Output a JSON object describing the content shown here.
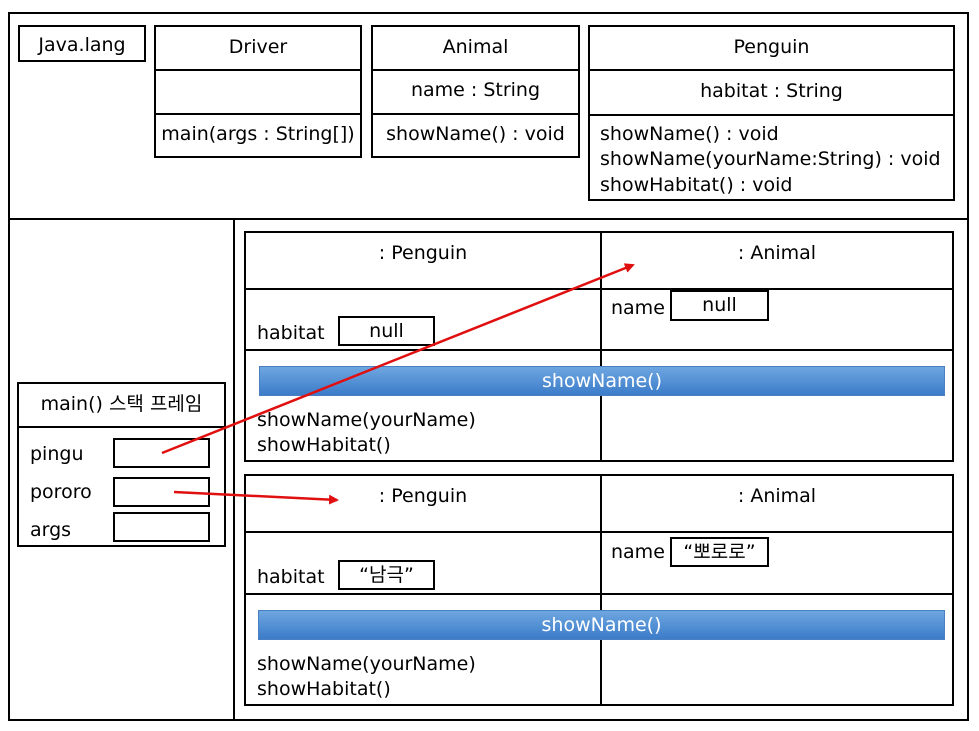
{
  "classes": {
    "java_lang": "Java.lang",
    "driver": {
      "name": "Driver",
      "method": "main(args : String[])"
    },
    "animal": {
      "name": "Animal",
      "field": "name : String",
      "method": "showName() : void"
    },
    "penguin": {
      "name": "Penguin",
      "field": "habitat : String",
      "methods": [
        "showName() : void",
        "showName(yourName:String) : void",
        "showHabitat() : void"
      ]
    }
  },
  "stack": {
    "title": "main() 스택 프레임",
    "vars": [
      "pingu",
      "pororo",
      "args"
    ]
  },
  "objects": [
    {
      "penguin_label": ": Penguin",
      "animal_label": ": Animal",
      "habitat_label": "habitat",
      "habitat_value": "null",
      "name_label": "name",
      "name_value": "null",
      "shared_method": "showName()",
      "methods": [
        "showName(yourName)",
        "showHabitat()"
      ]
    },
    {
      "penguin_label": ": Penguin",
      "animal_label": ": Animal",
      "habitat_label": "habitat",
      "habitat_value": "“남극”",
      "name_label": "name",
      "name_value": "“뽀로로”",
      "shared_method": "showName()",
      "methods": [
        "showName(yourName)",
        "showHabitat()"
      ]
    }
  ],
  "colors": {
    "arrow": "#e01010",
    "method_bar": "#4a8ad4"
  }
}
